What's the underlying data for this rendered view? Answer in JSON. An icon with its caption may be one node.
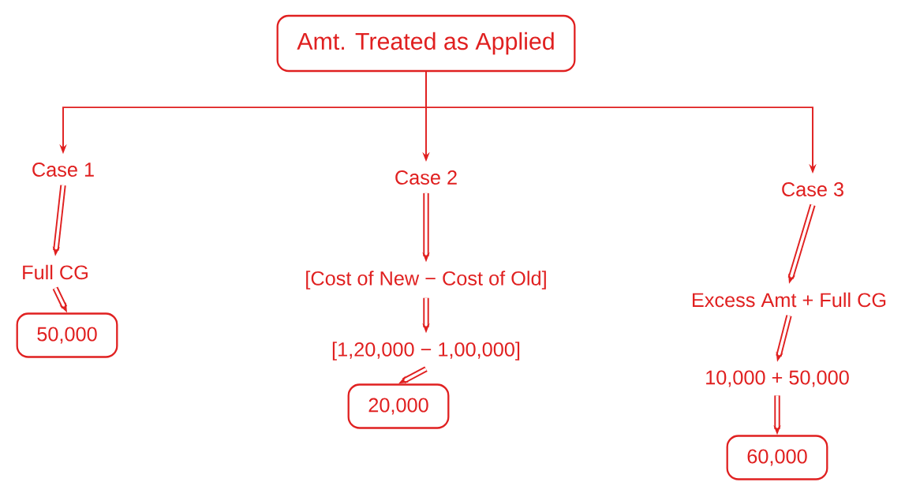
{
  "diagram": {
    "nodes": [
      {
        "text": [
          "Amt. Treated as Applied"
        ]
      },
      {
        "text": [
          "Case 1"
        ]
      },
      {
        "text": [
          "Case 2"
        ]
      },
      {
        "text": [
          "Case 3"
        ]
      },
      {
        "text": [
          "Full CG"
        ]
      },
      {
        "text": [
          "50,000"
        ]
      },
      {
        "text": [
          "[Cost of New − Cost of Old]"
        ]
      },
      {
        "text": [
          "[1,20,000 − 1,00,000]"
        ]
      },
      {
        "text": [
          "20,000"
        ]
      },
      {
        "text": [
          "Excess Amt + Full CG"
        ]
      },
      {
        "text": [
          "10,000 + 50,000"
        ]
      },
      {
        "text": [
          "60,000"
        ]
      }
    ],
    "edges": [
      {
        "from": 0,
        "to": 1,
        "arrow": "to"
      },
      {
        "from": 0,
        "to": 2,
        "arrow": "to"
      },
      {
        "from": 0,
        "to": 3,
        "arrow": "to"
      },
      {
        "from": 1,
        "to": 4,
        "arrow": "to"
      },
      {
        "from": 4,
        "to": 5,
        "arrow": "to"
      },
      {
        "from": 2,
        "to": 6,
        "arrow": "to"
      },
      {
        "from": 6,
        "to": 7,
        "arrow": "to"
      },
      {
        "from": 7,
        "to": 8,
        "arrow": "to"
      },
      {
        "from": 3,
        "to": 9,
        "arrow": "to"
      },
      {
        "from": 9,
        "to": 10,
        "arrow": "to"
      },
      {
        "from": 10,
        "to": 11,
        "arrow": "to"
      }
    ]
  }
}
